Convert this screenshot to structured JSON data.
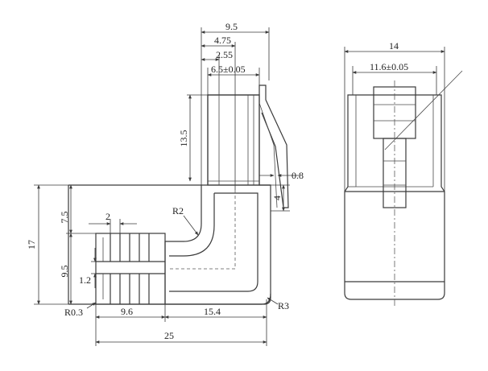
{
  "drawing": {
    "side_view": {
      "dim_overall_top_width": "9.5",
      "dim_4_75": "4.75",
      "dim_2_55": "2.55",
      "dim_6_5": "6.5±0.05",
      "dim_height_upper": "13.5",
      "dim_0_8": "0.8",
      "dim_4": "4",
      "dim_R2": "R2",
      "dim_2": "2",
      "dim_7_5": "7.5",
      "dim_17": "17",
      "dim_9_5": "9.5",
      "dim_1_2": "1.2",
      "dim_R0_3": "R0.3",
      "dim_9_6": "9.6",
      "dim_15_4": "15.4",
      "dim_R3": "R3",
      "dim_25": "25"
    },
    "front_view": {
      "dim_width": "14",
      "dim_inner": "11.6±0.05"
    }
  }
}
